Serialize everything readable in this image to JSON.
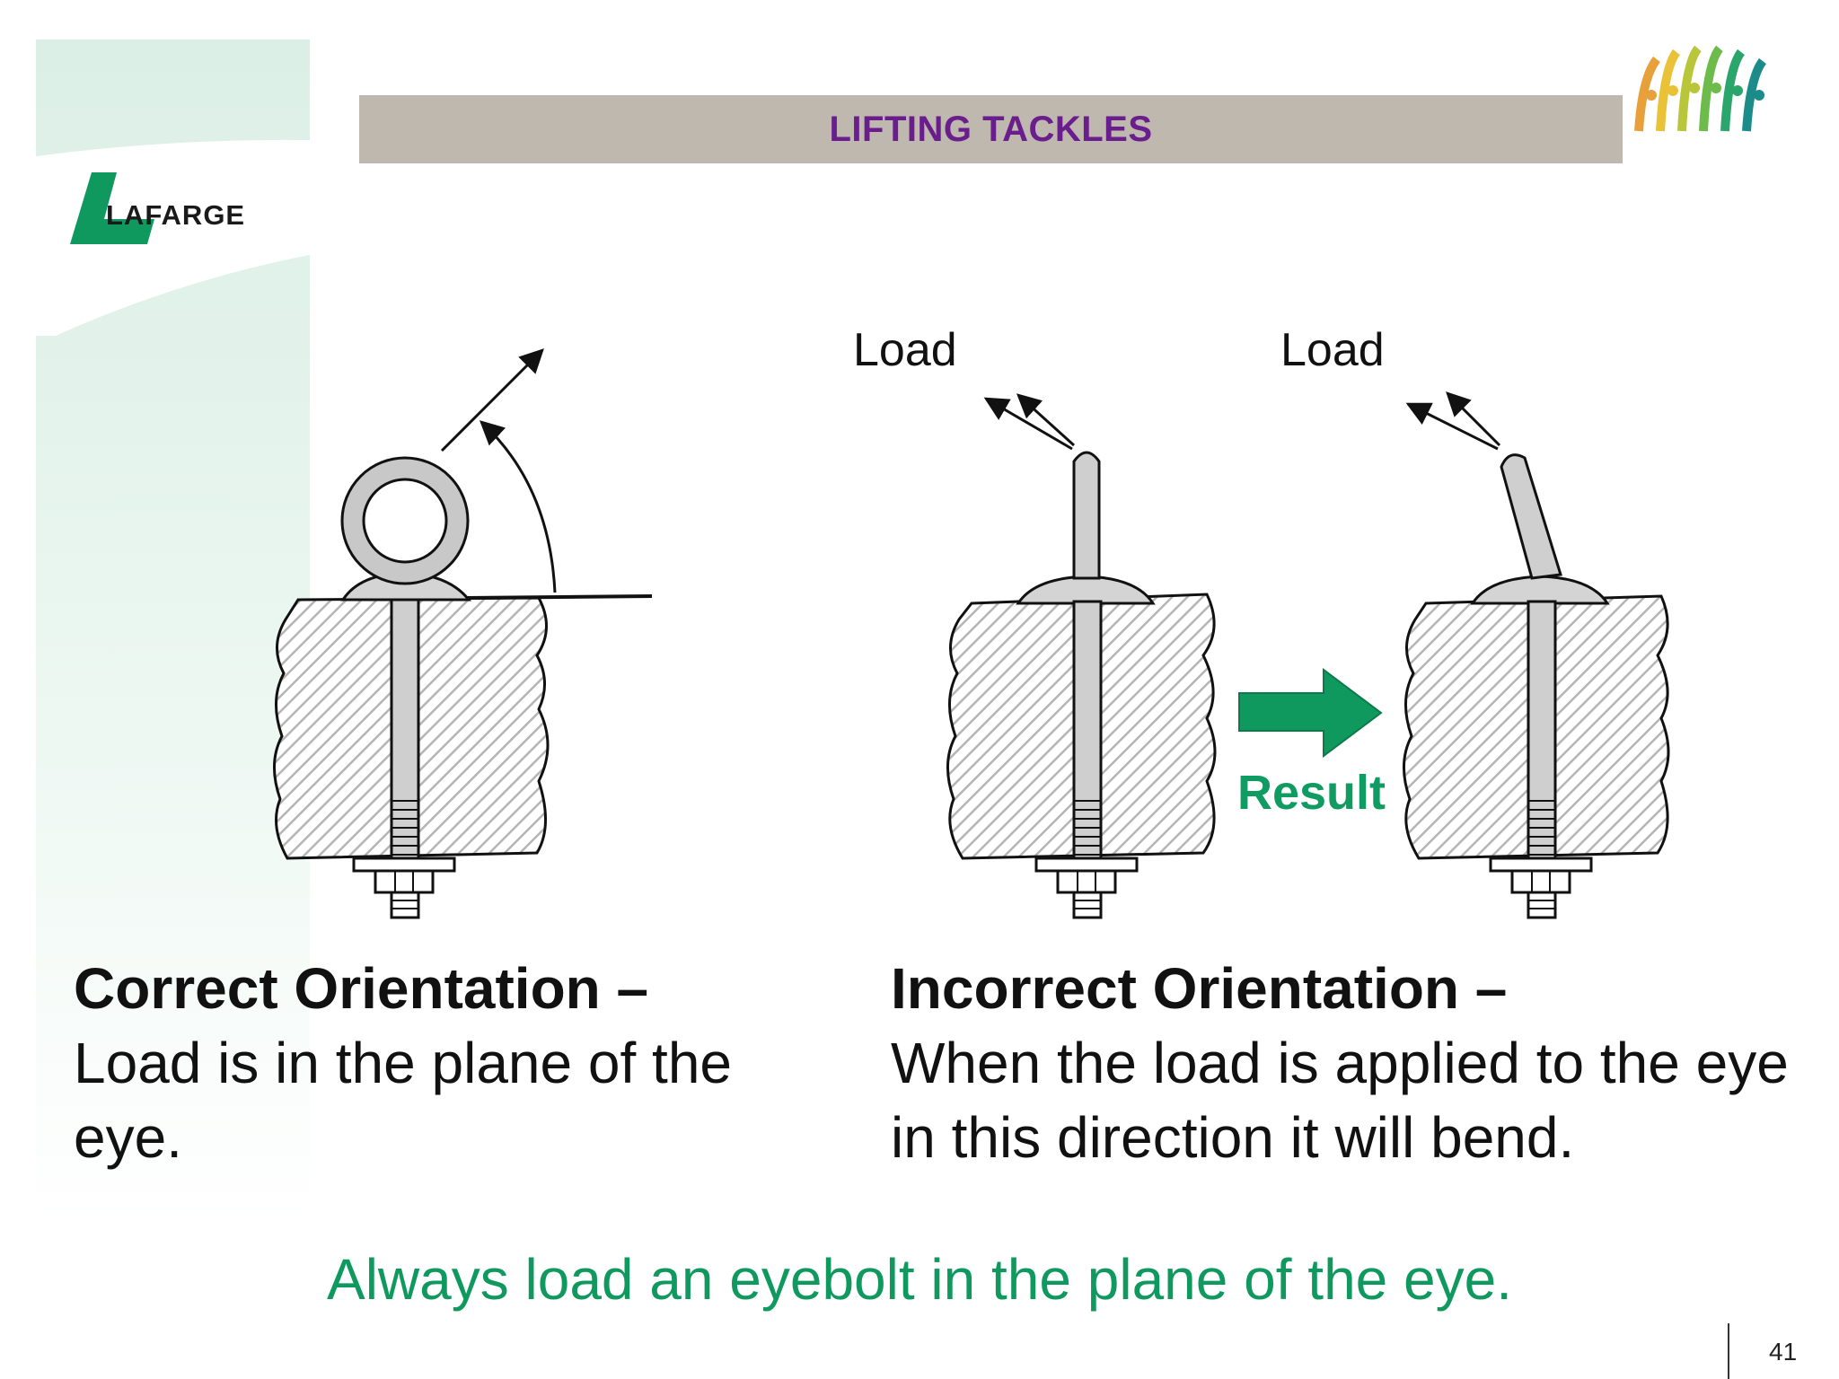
{
  "header": {
    "title": "LIFTING TACKLES",
    "brand": "LAFARGE",
    "brand_color": "#10995f",
    "title_color": "#6a1d8c",
    "title_bar_color": "#bfb8ae"
  },
  "diagram": {
    "load_label_1": "Load",
    "load_label_2": "Load",
    "result_label": "Result"
  },
  "captions": {
    "correct": {
      "heading": "Correct Orientation –",
      "body": "Load is in the plane of the eye."
    },
    "incorrect": {
      "heading": "Incorrect Orientation –",
      "body": "When the load is applied to the eye in this direction it will bend."
    }
  },
  "footer": {
    "message": "Always load an eyebolt in the plane of the eye.",
    "page_number": "41"
  },
  "icons": [
    "lafarge-logo",
    "people-arch-logo",
    "result-arrow-icon",
    "load-arrow-icon"
  ]
}
